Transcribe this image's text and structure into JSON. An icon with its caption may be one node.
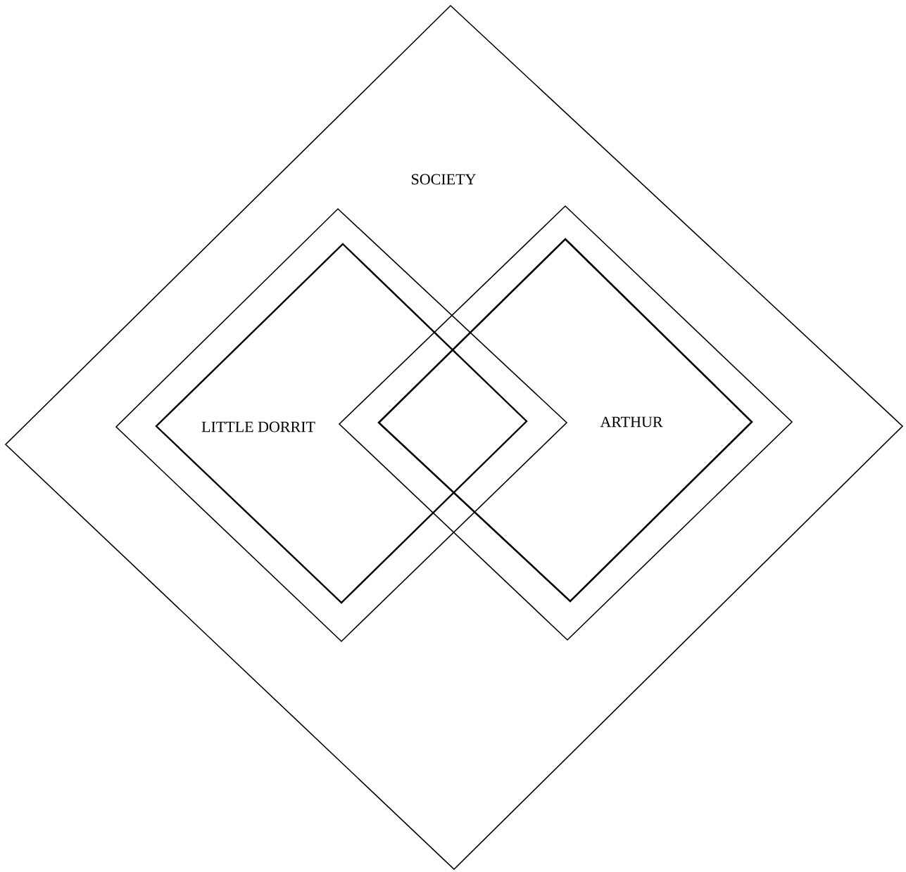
{
  "diagram": {
    "nodes": [
      {
        "text": [
          "SOCIETY"
        ]
      },
      {
        "text": [],
        "shape": "diamond",
        "in": 0
      },
      {
        "text": [
          "LITTLE DORRIT"
        ],
        "in": 1
      },
      {
        "text": [],
        "shape": "diamond",
        "in": 0
      },
      {
        "text": [
          "ARTHUR"
        ],
        "in": 3
      }
    ]
  }
}
